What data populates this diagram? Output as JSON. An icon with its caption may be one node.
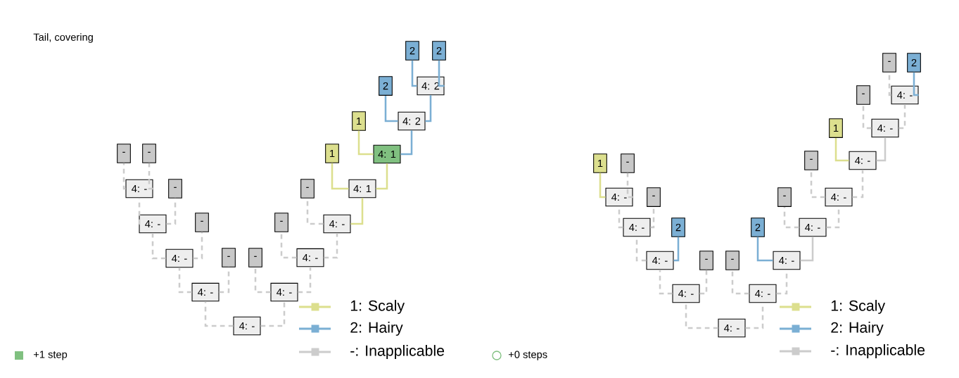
{
  "diagram": {
    "title": "Tail, covering",
    "nodes": [
      {
        "text": [
          "4: -"
        ]
      },
      {
        "text": [
          "4: -"
        ]
      },
      {
        "text": [
          "4: -"
        ]
      },
      {
        "text": [
          "4: -"
        ]
      },
      {
        "text": [
          "4: -"
        ]
      },
      {
        "text": [
          "4: -"
        ]
      },
      {
        "text": [
          "4: -"
        ]
      },
      {
        "text": [
          "4: -"
        ]
      },
      {
        "text": [
          "4: 1"
        ]
      },
      {
        "text": [
          "4: 1"
        ]
      },
      {
        "text": [
          "4: 2"
        ]
      },
      {
        "text": [
          "4: 2"
        ]
      },
      {
        "text": [
          "-"
        ]
      },
      {
        "text": [
          "-"
        ]
      },
      {
        "text": [
          "-"
        ]
      },
      {
        "text": [
          "-"
        ]
      },
      {
        "text": [
          "-"
        ]
      },
      {
        "text": [
          "-"
        ]
      },
      {
        "text": [
          "-"
        ]
      },
      {
        "text": [
          "-"
        ]
      },
      {
        "text": [
          "1"
        ]
      },
      {
        "text": [
          "1"
        ]
      },
      {
        "text": [
          "2"
        ]
      },
      {
        "text": [
          "2"
        ]
      },
      {
        "text": [
          "2"
        ]
      },
      {
        "text": [
          "4: -"
        ]
      },
      {
        "text": [
          "4: -"
        ]
      },
      {
        "text": [
          "4: -"
        ]
      },
      {
        "text": [
          "4: -"
        ]
      },
      {
        "text": [
          "4: -"
        ]
      },
      {
        "text": [
          "4: -"
        ]
      },
      {
        "text": [
          "4: -"
        ]
      },
      {
        "text": [
          "4: -"
        ]
      },
      {
        "text": [
          "4: -"
        ]
      },
      {
        "text": [
          "4: -"
        ]
      },
      {
        "text": [
          "4: -"
        ]
      },
      {
        "text": [
          "4: -"
        ]
      },
      {
        "text": [
          "1"
        ]
      },
      {
        "text": [
          "-"
        ]
      },
      {
        "text": [
          "-"
        ]
      },
      {
        "text": [
          "2"
        ]
      },
      {
        "text": [
          "-"
        ]
      },
      {
        "text": [
          "-"
        ]
      },
      {
        "text": [
          "2"
        ]
      },
      {
        "text": [
          "-"
        ]
      },
      {
        "text": [
          "-"
        ]
      },
      {
        "text": [
          "1"
        ]
      },
      {
        "text": [
          "-"
        ]
      },
      {
        "text": [
          "-"
        ]
      },
      {
        "text": [
          "2"
        ]
      }
    ],
    "edges": [
      {
        "from": 0,
        "to": 1,
        "arrow": "none",
        "style": "dashed"
      },
      {
        "from": 0,
        "to": 2,
        "arrow": "none",
        "style": "dashed"
      },
      {
        "from": 1,
        "to": 3,
        "arrow": "none",
        "style": "dashed"
      },
      {
        "from": 1,
        "to": 16,
        "arrow": "none",
        "style": "dashed"
      },
      {
        "from": 3,
        "to": 4,
        "arrow": "none",
        "style": "dashed"
      },
      {
        "from": 3,
        "to": 15,
        "arrow": "none",
        "style": "dashed"
      },
      {
        "from": 4,
        "to": 5,
        "arrow": "none",
        "style": "dashed"
      },
      {
        "from": 4,
        "to": 14,
        "arrow": "none",
        "style": "dashed"
      },
      {
        "from": 5,
        "to": 12,
        "arrow": "none",
        "style": "dashed"
      },
      {
        "from": 5,
        "to": 13,
        "arrow": "none",
        "style": "dashed"
      },
      {
        "from": 2,
        "to": 17,
        "arrow": "none",
        "style": "dashed"
      },
      {
        "from": 2,
        "to": 6,
        "arrow": "none",
        "style": "dashed"
      },
      {
        "from": 6,
        "to": 18,
        "arrow": "none",
        "style": "dashed"
      },
      {
        "from": 6,
        "to": 7,
        "arrow": "none",
        "style": "dashed"
      },
      {
        "from": 7,
        "to": 19,
        "arrow": "none",
        "style": "dashed"
      },
      {
        "from": 7,
        "to": 8,
        "arrow": "none",
        "color": "#dcdf8e"
      },
      {
        "from": 8,
        "to": 20,
        "arrow": "none",
        "color": "#dcdf8e"
      },
      {
        "from": 8,
        "to": 9,
        "arrow": "none",
        "color": "#dcdf8e"
      },
      {
        "from": 9,
        "to": 21,
        "arrow": "none",
        "color": "#dcdf8e"
      },
      {
        "from": 9,
        "to": 10,
        "arrow": "none",
        "color": "#7bafd4"
      },
      {
        "from": 10,
        "to": 22,
        "arrow": "none",
        "color": "#7bafd4"
      },
      {
        "from": 10,
        "to": 11,
        "arrow": "none",
        "color": "#7bafd4"
      },
      {
        "from": 11,
        "to": 23,
        "arrow": "none",
        "color": "#7bafd4"
      },
      {
        "from": 11,
        "to": 24,
        "arrow": "none",
        "color": "#7bafd4"
      },
      {
        "from": 25,
        "to": 26,
        "arrow": "none",
        "style": "dashed"
      },
      {
        "from": 25,
        "to": 27,
        "arrow": "none",
        "style": "dashed"
      },
      {
        "from": 26,
        "to": 28,
        "arrow": "none",
        "style": "dashed"
      },
      {
        "from": 26,
        "to": 41,
        "arrow": "none",
        "style": "dashed"
      },
      {
        "from": 28,
        "to": 29,
        "arrow": "none",
        "style": "dashed"
      },
      {
        "from": 28,
        "to": 40,
        "arrow": "none",
        "color": "#7bafd4"
      },
      {
        "from": 29,
        "to": 30,
        "arrow": "none",
        "style": "dashed"
      },
      {
        "from": 29,
        "to": 39,
        "arrow": "none",
        "style": "dashed"
      },
      {
        "from": 30,
        "to": 37,
        "arrow": "none",
        "color": "#dcdf8e"
      },
      {
        "from": 30,
        "to": 38,
        "arrow": "none",
        "style": "dashed"
      },
      {
        "from": 27,
        "to": 42,
        "arrow": "none",
        "style": "dashed"
      },
      {
        "from": 27,
        "to": 31,
        "arrow": "none",
        "style": "dashed"
      },
      {
        "from": 31,
        "to": 43,
        "arrow": "none",
        "color": "#7bafd4"
      },
      {
        "from": 31,
        "to": 32,
        "arrow": "none"
      },
      {
        "from": 32,
        "to": 44,
        "arrow": "none",
        "style": "dashed"
      },
      {
        "from": 32,
        "to": 33,
        "arrow": "none",
        "style": "dashed"
      },
      {
        "from": 33,
        "to": 45,
        "arrow": "none",
        "style": "dashed"
      },
      {
        "from": 33,
        "to": 34,
        "arrow": "none",
        "style": "dashed"
      },
      {
        "from": 34,
        "to": 46,
        "arrow": "none",
        "color": "#dcdf8e"
      },
      {
        "from": 34,
        "to": 35,
        "arrow": "none"
      },
      {
        "from": 35,
        "to": 47,
        "arrow": "none",
        "style": "dashed"
      },
      {
        "from": 35,
        "to": 36,
        "arrow": "none",
        "style": "dashed"
      },
      {
        "from": 36,
        "to": 48,
        "arrow": "none",
        "style": "dashed"
      },
      {
        "from": 36,
        "to": 49,
        "arrow": "none",
        "color": "#7bafd4"
      }
    ],
    "legend": [
      {
        "text": "1: Scaly"
      },
      {
        "text": "2: Hairy"
      },
      {
        "text": "-: Inapplicable"
      },
      {
        "text": "1: Scaly"
      },
      {
        "text": "2: Hairy"
      },
      {
        "text": "-: Inapplicable"
      },
      {
        "text": "+1 step",
        "color": "#80c080"
      },
      {
        "text": "+0 steps"
      }
    ]
  }
}
